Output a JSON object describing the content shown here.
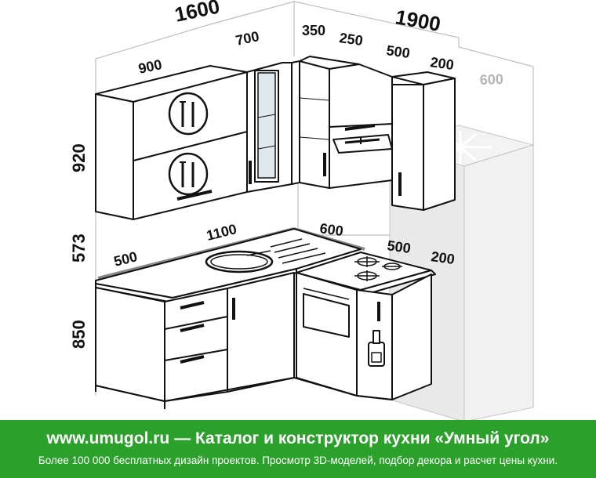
{
  "dimensions": {
    "total_left": "1600",
    "total_right": "1900",
    "upper_900": "900",
    "upper_700": "700",
    "upper_350": "350",
    "upper_250": "250",
    "upper_500": "500",
    "upper_200": "200",
    "fridge_depth": "600",
    "height_upper": "920",
    "height_gap": "573",
    "height_base": "850",
    "counter_500": "500",
    "counter_1100": "1100",
    "counter_600": "600",
    "base_500": "500",
    "base_200": "200"
  },
  "footer": {
    "site": "www.umugol.ru",
    "dash": " — ",
    "headline": "Каталог и конструктор кухни «Умный угол»",
    "subline": "Более 100 000 бесплатных дизайн проектов. Просмотр 3D-моделей, подбор декора и расчет цены кухни."
  },
  "colors": {
    "footer_bg": "#2ba02b",
    "lines": "#111111",
    "dimension_lines": "#bdbdbd",
    "fridge_fill": "#efefef"
  }
}
